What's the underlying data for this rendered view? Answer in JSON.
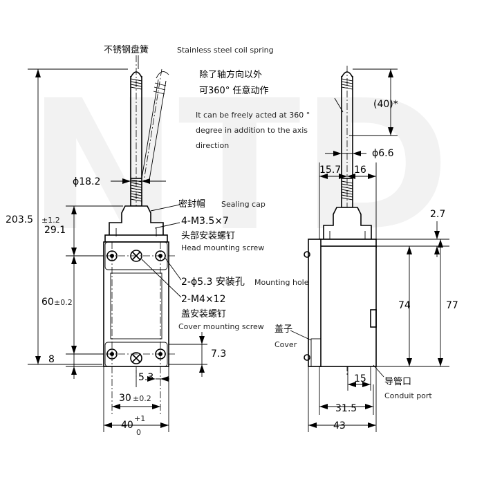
{
  "labels": {
    "spring_cn": "不锈钢盘簧",
    "spring_en": "Stainless steel coil spring",
    "rot_cn_1": "除了轴方向以外",
    "rot_cn_2": "可360°  任意动作",
    "rot_en_1": "It can be freely acted at 360 °",
    "rot_en_2": "degree in addition to the axis",
    "rot_en_3": "direction",
    "cap_cn": "密封帽",
    "cap_en": "Sealing cap",
    "head_screw_1": "4-M3.5×7",
    "head_screw_cn": "头部安装螺钉",
    "head_screw_en": "Head mounting screw",
    "hole_cn": "2-ϕ5.3 安装孔",
    "hole_en": "Mounting hole",
    "cover_screw_1": "2-M4×12",
    "cover_screw_cn": "盖安装螺钉",
    "cover_screw_en": "Cover mounting screw",
    "cover_cn": "盖子",
    "cover_en": "Cover",
    "conduit_cn": "导管口",
    "conduit_en": "Conduit port"
  },
  "dims": {
    "d_total_h": "203.5",
    "d_total_tol": "±1.2",
    "d_29": "29.1",
    "d_60": "60",
    "d_60_tol": "±0.2",
    "d_8": "8",
    "d_phi182": "ϕ18.2",
    "d_73": "7.3",
    "d_53": "5.3",
    "d_30": "30",
    "d_30_tol": "±0.2",
    "d_40": "40",
    "d_40_up": "+1",
    "d_40_low": "0",
    "d_40star": "(40)*",
    "d_phi66": "ϕ6.6",
    "d_157": "15.7",
    "d_16": "16",
    "d_27": "2.7",
    "d_74": "74",
    "d_77": "77",
    "d_15": "15",
    "d_315": "31.5",
    "d_43": "43"
  },
  "watermark": "NTD"
}
